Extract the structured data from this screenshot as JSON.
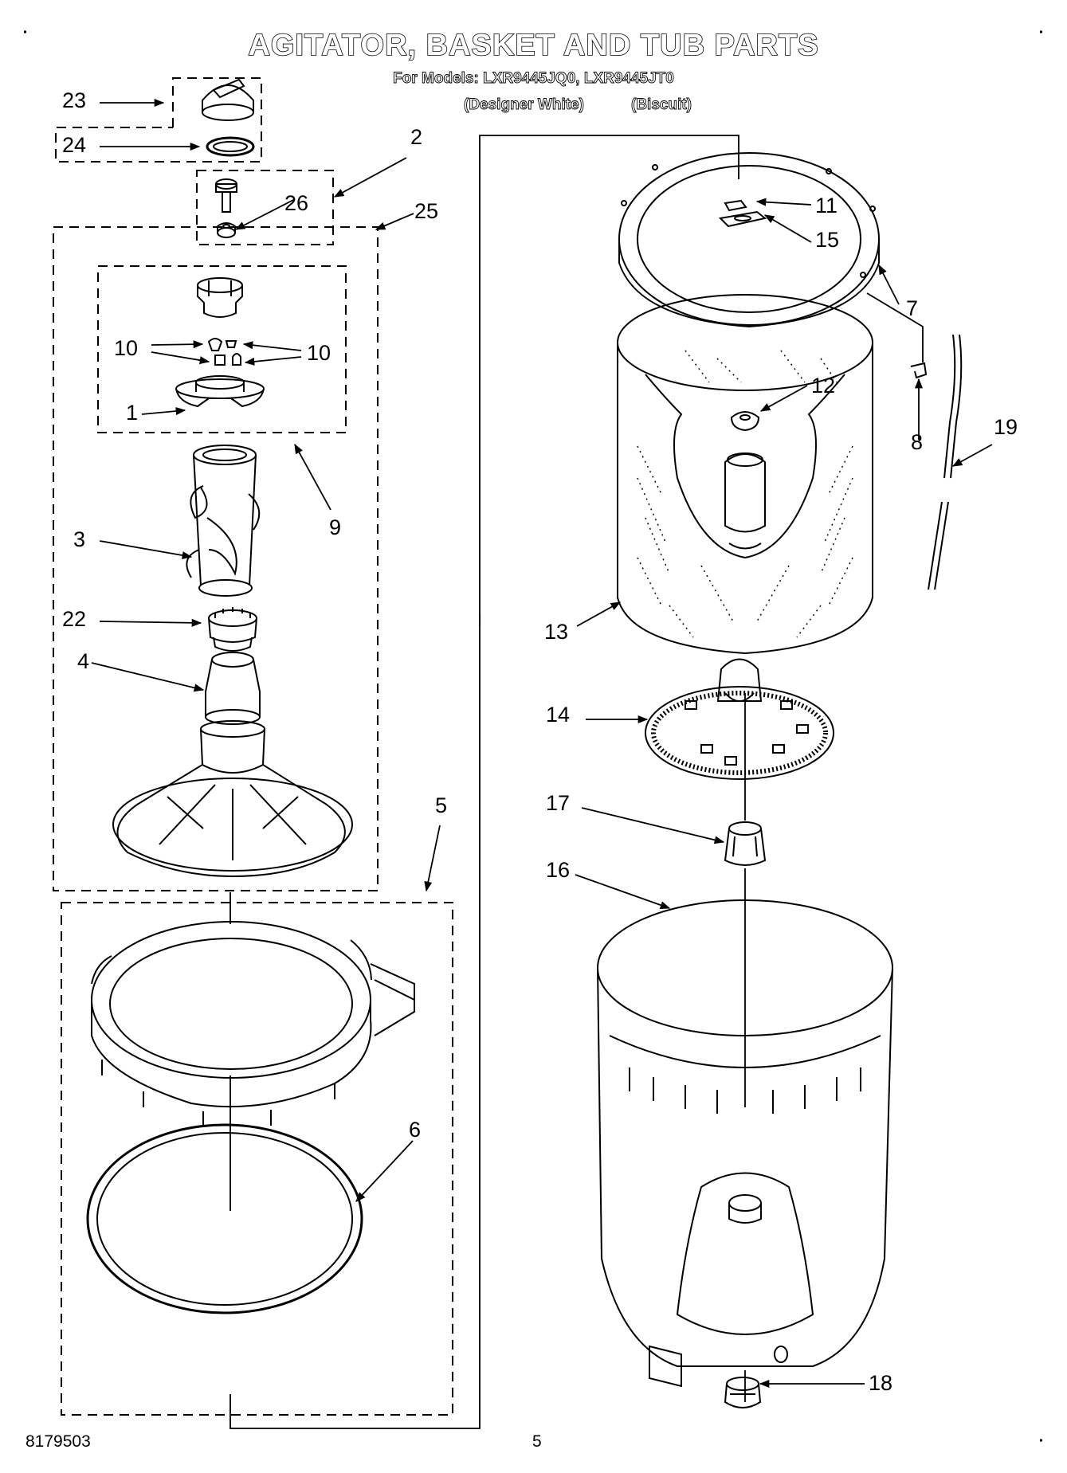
{
  "header": {
    "title": "AGITATOR, BASKET AND TUB PARTS",
    "models_line": "For Models: LXR9445JQ0, LXR9445JT0",
    "variant_1": "(Designer White)",
    "variant_2": "(Biscuit)"
  },
  "callouts": {
    "c1": "1",
    "c2": "2",
    "c3": "3",
    "c4": "4",
    "c5": "5",
    "c6": "6",
    "c7": "7",
    "c8": "8",
    "c9": "9",
    "c10a": "10",
    "c10b": "10",
    "c11": "11",
    "c12": "12",
    "c13": "13",
    "c14": "14",
    "c15": "15",
    "c16": "16",
    "c17": "17",
    "c18": "18",
    "c19": "19",
    "c22": "22",
    "c23": "23",
    "c24": "24",
    "c25": "25",
    "c26": "26"
  },
  "footer": {
    "doc_number": "8179503",
    "page_number": "5"
  }
}
